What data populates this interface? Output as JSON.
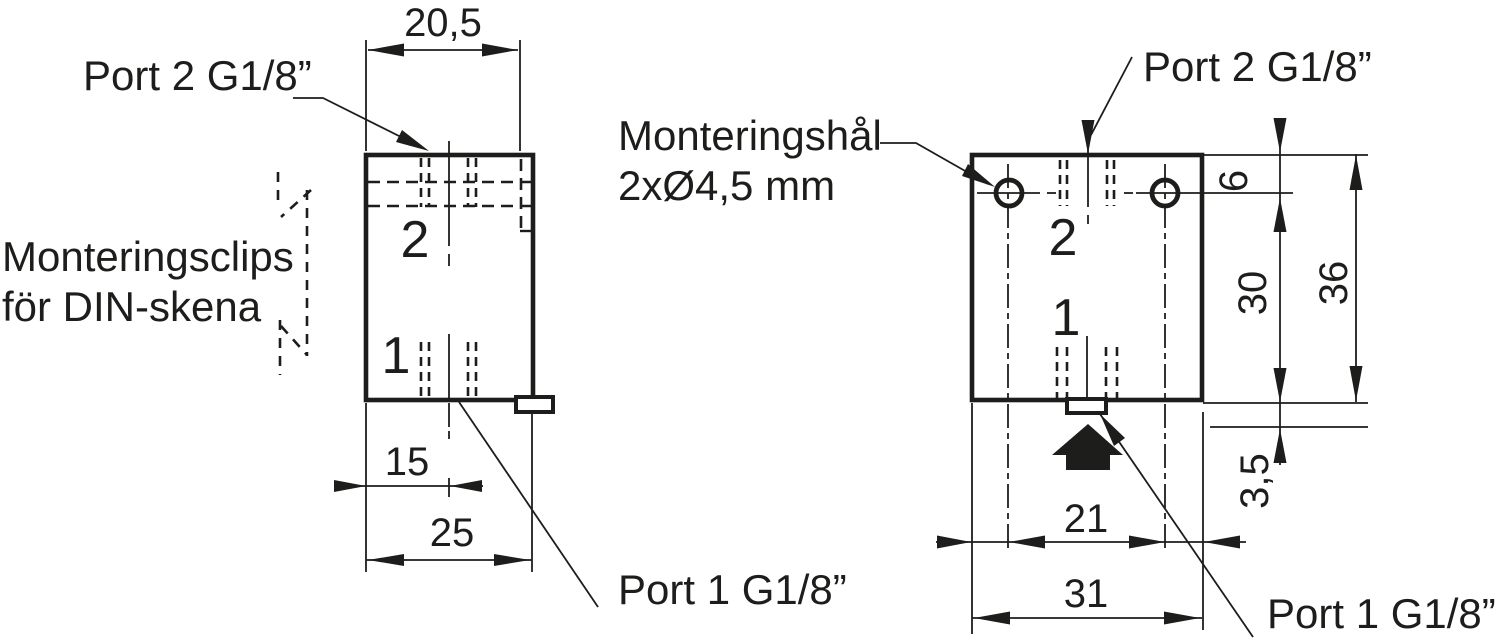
{
  "drawing": {
    "line_color": "#1d1d1b",
    "left_view": {
      "port2_label": "Port 2 G1/8”",
      "port1_label": "Port 1 G1/8”",
      "clip_label_line1": "Monteringsclips",
      "clip_label_line2": "för DIN-skena",
      "port2_number": "2",
      "port1_number": "1",
      "dim_top_width": "20,5",
      "dim_port_offset": "15",
      "dim_total_width": "25"
    },
    "right_view": {
      "mounting_label_line1": "Monteringshål",
      "mounting_label_line2": "2xØ4,5 mm",
      "port2_label": "Port 2 G1/8”",
      "port1_label": "Port 1 G1/8”",
      "port2_number": "2",
      "port1_number": "1",
      "dim_hole_offset": "6",
      "dim_hole_to_bottom": "30",
      "dim_total_height": "36",
      "dim_tab_height": "3,5",
      "dim_hole_spacing": "21",
      "dim_total_width": "31"
    }
  }
}
